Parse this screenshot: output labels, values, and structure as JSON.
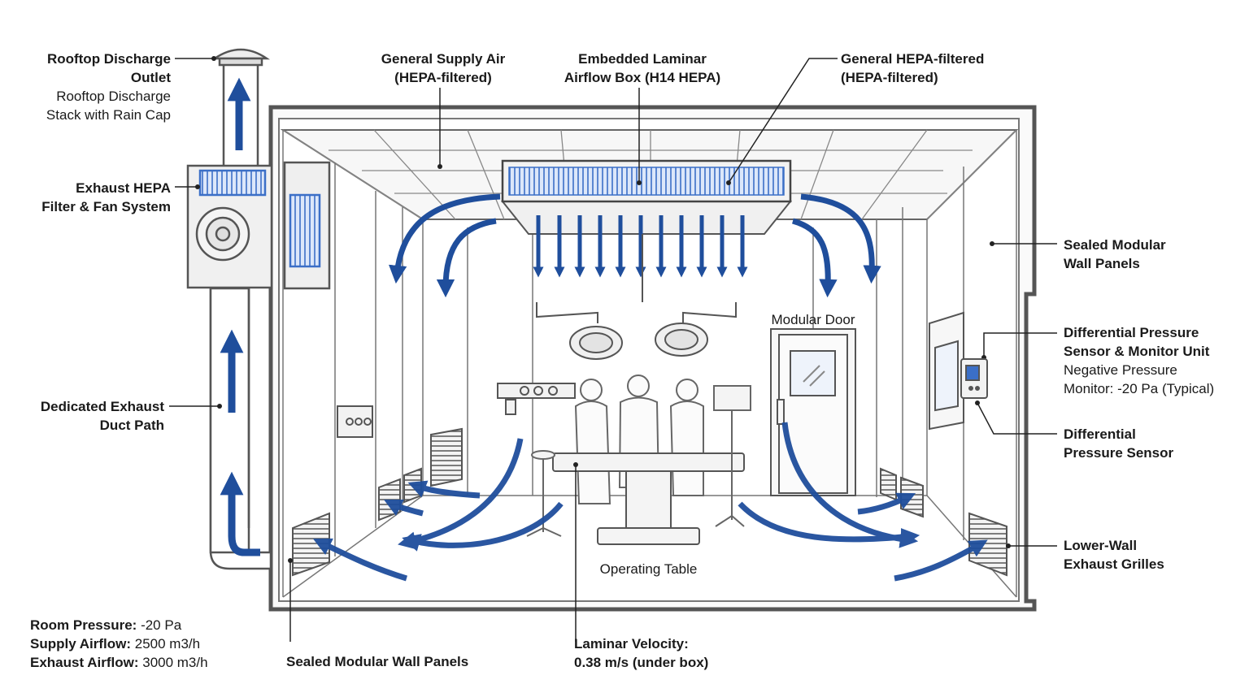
{
  "labels": {
    "rooftop_title": "Rooftop Discharge\nOutlet",
    "rooftop_sub": "Rooftop Discharge\nStack with Rain Cap",
    "exhaust_hepa": "Exhaust HEPA\nFilter & Fan System",
    "exhaust_duct": "Dedicated Exhaust\nDuct Path",
    "general_supply": "General Supply Air\n(HEPA-filtered)",
    "laminar_box": "Embedded Laminar\nAirflow Box (H14 HEPA)",
    "general_hepa": "General HEPA-filtered\n(HEPA-filtered)",
    "sealed_panels_right": "Sealed Modular\nWall Panels",
    "dp_monitor_title": "Differential Pressure\nSensor & Monitor Unit",
    "dp_monitor_sub": "Negative Pressure\nMonitor: -20 Pa (Typical)",
    "dp_sensor": "Differential\nPressure Sensor",
    "lower_grilles": "Lower-Wall\nExhaust Grilles",
    "sealed_panels_bottom": "Sealed Modular Wall Panels",
    "laminar_velocity": "Laminar Velocity:\n0.38 m/s (under box)",
    "modular_door": "Modular Door",
    "operating_table": "Operating Table"
  },
  "specs": [
    {
      "key": "Room Pressure:",
      "value": "-20 Pa"
    },
    {
      "key": "Supply Airflow:",
      "value": "2500 m3/h"
    },
    {
      "key": "Exhaust Airflow:",
      "value": "3000 m3/h"
    }
  ],
  "colors": {
    "arrow": "#1f4e9c",
    "line": "#333333",
    "wall": "#555555",
    "filter": "#3b6fc7"
  }
}
